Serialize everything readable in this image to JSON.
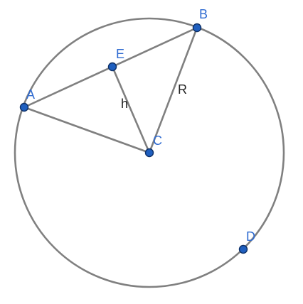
{
  "diagram": {
    "points": {
      "A": {
        "label": "A"
      },
      "B": {
        "label": "B"
      },
      "C": {
        "label": "C"
      },
      "D": {
        "label": "D"
      },
      "E": {
        "label": "E"
      }
    },
    "segment_labels": {
      "h": "h",
      "R": "R"
    },
    "colors": {
      "lines": "#808080",
      "point_fill": "#1f5fbf",
      "point_label": "#2f6bd1",
      "segment_label": "#222222",
      "background": "#ffffff"
    }
  }
}
